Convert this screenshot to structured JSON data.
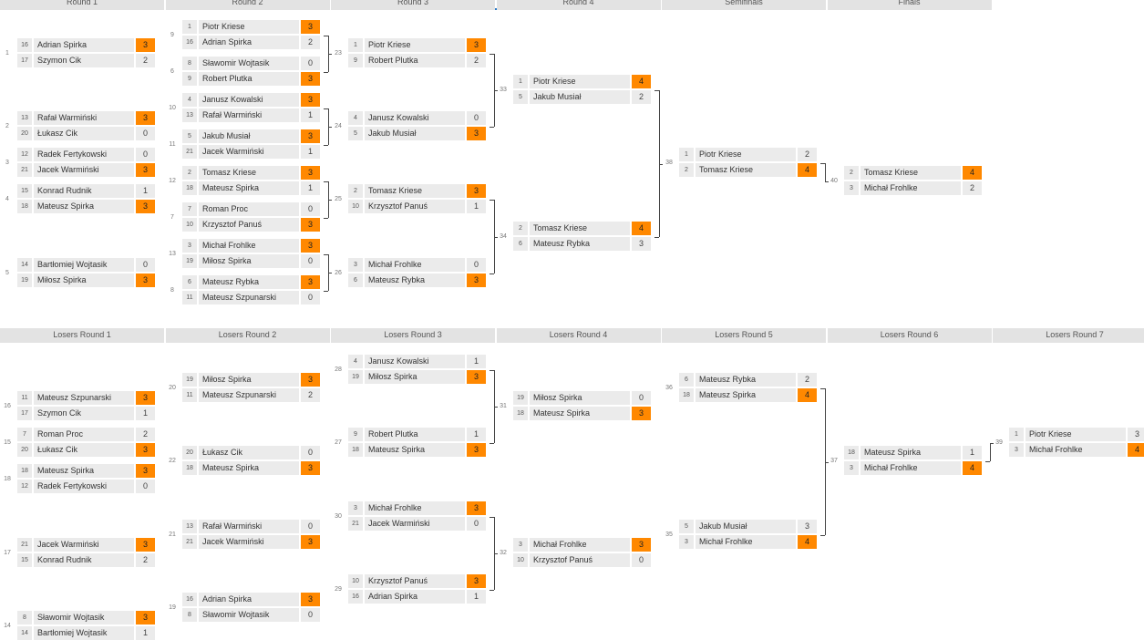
{
  "headers": {
    "winners": [
      "Round 1",
      "Round 2",
      "Round 3",
      "Round 4",
      "Semifinals",
      "Finals"
    ],
    "losers": [
      "Losers Round 1",
      "Losers Round 2",
      "Losers Round 3",
      "Losers Round 4",
      "Losers Round 5",
      "Losers Round 6",
      "Losers Round 7"
    ]
  },
  "colors": {
    "win_score": "#ff8800",
    "cell_bg": "#ebebeb",
    "header_bg": "#e3e3e3"
  },
  "matches": [
    {
      "num": "1",
      "col": 0,
      "p1": {
        "seed": "16",
        "name": "Adrian Spirka",
        "score": "3",
        "win": true
      },
      "p2": {
        "seed": "17",
        "name": "Szymon Cik",
        "score": "2",
        "win": false
      }
    },
    {
      "num": "2",
      "col": 0,
      "p1": {
        "seed": "13",
        "name": "Rafał Warmiński",
        "score": "3",
        "win": true
      },
      "p2": {
        "seed": "20",
        "name": "Łukasz Cik",
        "score": "0",
        "win": false
      }
    },
    {
      "num": "3",
      "col": 0,
      "p1": {
        "seed": "12",
        "name": "Radek Fertykowski",
        "score": "0",
        "win": false
      },
      "p2": {
        "seed": "21",
        "name": "Jacek Warmiński",
        "score": "3",
        "win": true
      }
    },
    {
      "num": "4",
      "col": 0,
      "p1": {
        "seed": "15",
        "name": "Konrad Rudnik",
        "score": "1",
        "win": false
      },
      "p2": {
        "seed": "18",
        "name": "Mateusz Spirka",
        "score": "3",
        "win": true
      }
    },
    {
      "num": "5",
      "col": 0,
      "p1": {
        "seed": "14",
        "name": "Bartłomiej Wojtasik",
        "score": "0",
        "win": false
      },
      "p2": {
        "seed": "19",
        "name": "Miłosz Spirka",
        "score": "3",
        "win": true
      }
    },
    {
      "num": "9",
      "col": 1,
      "p1": {
        "seed": "1",
        "name": "Piotr Kriese",
        "score": "3",
        "win": true
      },
      "p2": {
        "seed": "16",
        "name": "Adrian Spirka",
        "score": "2",
        "win": false
      }
    },
    {
      "num": "6",
      "col": 1,
      "p1": {
        "seed": "8",
        "name": "Sławomir Wojtasik",
        "score": "0",
        "win": false
      },
      "p2": {
        "seed": "9",
        "name": "Robert Plutka",
        "score": "3",
        "win": true
      }
    },
    {
      "num": "10",
      "col": 1,
      "p1": {
        "seed": "4",
        "name": "Janusz Kowalski",
        "score": "3",
        "win": true
      },
      "p2": {
        "seed": "13",
        "name": "Rafał Warmiński",
        "score": "1",
        "win": false
      }
    },
    {
      "num": "11",
      "col": 1,
      "p1": {
        "seed": "5",
        "name": "Jakub Musiał",
        "score": "3",
        "win": true
      },
      "p2": {
        "seed": "21",
        "name": "Jacek Warmiński",
        "score": "1",
        "win": false
      }
    },
    {
      "num": "12",
      "col": 1,
      "p1": {
        "seed": "2",
        "name": "Tomasz Kriese",
        "score": "3",
        "win": true
      },
      "p2": {
        "seed": "18",
        "name": "Mateusz Spirka",
        "score": "1",
        "win": false
      }
    },
    {
      "num": "7",
      "col": 1,
      "p1": {
        "seed": "7",
        "name": "Roman Proc",
        "score": "0",
        "win": false
      },
      "p2": {
        "seed": "10",
        "name": "Krzysztof Panuś",
        "score": "3",
        "win": true
      }
    },
    {
      "num": "13",
      "col": 1,
      "p1": {
        "seed": "3",
        "name": "Michał Frohlke",
        "score": "3",
        "win": true
      },
      "p2": {
        "seed": "19",
        "name": "Miłosz Spirka",
        "score": "0",
        "win": false
      }
    },
    {
      "num": "8",
      "col": 1,
      "p1": {
        "seed": "6",
        "name": "Mateusz Rybka",
        "score": "3",
        "win": true
      },
      "p2": {
        "seed": "11",
        "name": "Mateusz Szpunarski",
        "score": "0",
        "win": false
      }
    },
    {
      "num": "23",
      "col": 2,
      "p1": {
        "seed": "1",
        "name": "Piotr Kriese",
        "score": "3",
        "win": true
      },
      "p2": {
        "seed": "9",
        "name": "Robert Plutka",
        "score": "2",
        "win": false
      }
    },
    {
      "num": "24",
      "col": 2,
      "p1": {
        "seed": "4",
        "name": "Janusz Kowalski",
        "score": "0",
        "win": false
      },
      "p2": {
        "seed": "5",
        "name": "Jakub Musiał",
        "score": "3",
        "win": true
      }
    },
    {
      "num": "25",
      "col": 2,
      "p1": {
        "seed": "2",
        "name": "Tomasz Kriese",
        "score": "3",
        "win": true
      },
      "p2": {
        "seed": "10",
        "name": "Krzysztof Panuś",
        "score": "1",
        "win": false
      }
    },
    {
      "num": "26",
      "col": 2,
      "p1": {
        "seed": "3",
        "name": "Michał Frohlke",
        "score": "0",
        "win": false
      },
      "p2": {
        "seed": "6",
        "name": "Mateusz Rybka",
        "score": "3",
        "win": true
      }
    },
    {
      "num": "33",
      "col": 3,
      "p1": {
        "seed": "1",
        "name": "Piotr Kriese",
        "score": "4",
        "win": true
      },
      "p2": {
        "seed": "5",
        "name": "Jakub Musiał",
        "score": "2",
        "win": false
      }
    },
    {
      "num": "34",
      "col": 3,
      "p1": {
        "seed": "2",
        "name": "Tomasz Kriese",
        "score": "4",
        "win": true
      },
      "p2": {
        "seed": "6",
        "name": "Mateusz Rybka",
        "score": "3",
        "win": false
      }
    },
    {
      "num": "38",
      "col": 4,
      "p1": {
        "seed": "1",
        "name": "Piotr Kriese",
        "score": "2",
        "win": false
      },
      "p2": {
        "seed": "2",
        "name": "Tomasz Kriese",
        "score": "4",
        "win": true
      }
    },
    {
      "num": "40",
      "col": 5,
      "p1": {
        "seed": "2",
        "name": "Tomasz Kriese",
        "score": "4",
        "win": true
      },
      "p2": {
        "seed": "3",
        "name": "Michał Frohlke",
        "score": "2",
        "win": false
      }
    },
    {
      "num": "16",
      "col": 0,
      "p1": {
        "seed": "11",
        "name": "Mateusz Szpunarski",
        "score": "3",
        "win": true
      },
      "p2": {
        "seed": "17",
        "name": "Szymon Cik",
        "score": "1",
        "win": false
      }
    },
    {
      "num": "15",
      "col": 0,
      "p1": {
        "seed": "7",
        "name": "Roman Proc",
        "score": "2",
        "win": false
      },
      "p2": {
        "seed": "20",
        "name": "Łukasz Cik",
        "score": "3",
        "win": true
      }
    },
    {
      "num": "18",
      "col": 0,
      "p1": {
        "seed": "18",
        "name": "Mateusz Spirka",
        "score": "3",
        "win": true
      },
      "p2": {
        "seed": "12",
        "name": "Radek Fertykowski",
        "score": "0",
        "win": false
      }
    },
    {
      "num": "17",
      "col": 0,
      "p1": {
        "seed": "21",
        "name": "Jacek Warmiński",
        "score": "3",
        "win": true
      },
      "p2": {
        "seed": "15",
        "name": "Konrad Rudnik",
        "score": "2",
        "win": false
      }
    },
    {
      "num": "14",
      "col": 0,
      "p1": {
        "seed": "8",
        "name": "Sławomir Wojtasik",
        "score": "3",
        "win": true
      },
      "p2": {
        "seed": "14",
        "name": "Bartłomiej Wojtasik",
        "score": "1",
        "win": false
      }
    },
    {
      "num": "20",
      "col": 1,
      "p1": {
        "seed": "19",
        "name": "Miłosz Spirka",
        "score": "3",
        "win": true
      },
      "p2": {
        "seed": "11",
        "name": "Mateusz Szpunarski",
        "score": "2",
        "win": false
      }
    },
    {
      "num": "22",
      "col": 1,
      "p1": {
        "seed": "20",
        "name": "Łukasz Cik",
        "score": "0",
        "win": false
      },
      "p2": {
        "seed": "18",
        "name": "Mateusz Spirka",
        "score": "3",
        "win": true
      }
    },
    {
      "num": "21",
      "col": 1,
      "p1": {
        "seed": "13",
        "name": "Rafał Warmiński",
        "score": "0",
        "win": false
      },
      "p2": {
        "seed": "21",
        "name": "Jacek Warmiński",
        "score": "3",
        "win": true
      }
    },
    {
      "num": "19",
      "col": 1,
      "p1": {
        "seed": "16",
        "name": "Adrian Spirka",
        "score": "3",
        "win": true
      },
      "p2": {
        "seed": "8",
        "name": "Sławomir Wojtasik",
        "score": "0",
        "win": false
      }
    },
    {
      "num": "28",
      "col": 2,
      "p1": {
        "seed": "4",
        "name": "Janusz Kowalski",
        "score": "1",
        "win": false
      },
      "p2": {
        "seed": "19",
        "name": "Miłosz Spirka",
        "score": "3",
        "win": true
      }
    },
    {
      "num": "27",
      "col": 2,
      "p1": {
        "seed": "9",
        "name": "Robert Plutka",
        "score": "1",
        "win": false
      },
      "p2": {
        "seed": "18",
        "name": "Mateusz Spirka",
        "score": "3",
        "win": true
      }
    },
    {
      "num": "30",
      "col": 2,
      "p1": {
        "seed": "3",
        "name": "Michał Frohlke",
        "score": "3",
        "win": true
      },
      "p2": {
        "seed": "21",
        "name": "Jacek Warmiński",
        "score": "0",
        "win": false
      }
    },
    {
      "num": "29",
      "col": 2,
      "p1": {
        "seed": "10",
        "name": "Krzysztof Panuś",
        "score": "3",
        "win": true
      },
      "p2": {
        "seed": "16",
        "name": "Adrian Spirka",
        "score": "1",
        "win": false
      }
    },
    {
      "num": "31",
      "col": 3,
      "p1": {
        "seed": "19",
        "name": "Miłosz Spirka",
        "score": "0",
        "win": false
      },
      "p2": {
        "seed": "18",
        "name": "Mateusz Spirka",
        "score": "3",
        "win": true
      }
    },
    {
      "num": "32",
      "col": 3,
      "p1": {
        "seed": "3",
        "name": "Michał Frohlke",
        "score": "3",
        "win": true
      },
      "p2": {
        "seed": "10",
        "name": "Krzysztof Panuś",
        "score": "0",
        "win": false
      }
    },
    {
      "num": "36",
      "col": 4,
      "p1": {
        "seed": "6",
        "name": "Mateusz Rybka",
        "score": "2",
        "win": false
      },
      "p2": {
        "seed": "18",
        "name": "Mateusz Spirka",
        "score": "4",
        "win": true
      }
    },
    {
      "num": "35",
      "col": 4,
      "p1": {
        "seed": "5",
        "name": "Jakub Musiał",
        "score": "3",
        "win": false
      },
      "p2": {
        "seed": "3",
        "name": "Michał Frohlke",
        "score": "4",
        "win": true
      }
    },
    {
      "num": "37",
      "col": 5,
      "p1": {
        "seed": "18",
        "name": "Mateusz Spirka",
        "score": "1",
        "win": false
      },
      "p2": {
        "seed": "3",
        "name": "Michał Frohlke",
        "score": "4",
        "win": true
      }
    },
    {
      "num": "39",
      "col": 6,
      "p1": {
        "seed": "1",
        "name": "Piotr Kriese",
        "score": "3",
        "win": false
      },
      "p2": {
        "seed": "3",
        "name": "Michał Frohlke",
        "score": "4",
        "win": true
      }
    }
  ]
}
